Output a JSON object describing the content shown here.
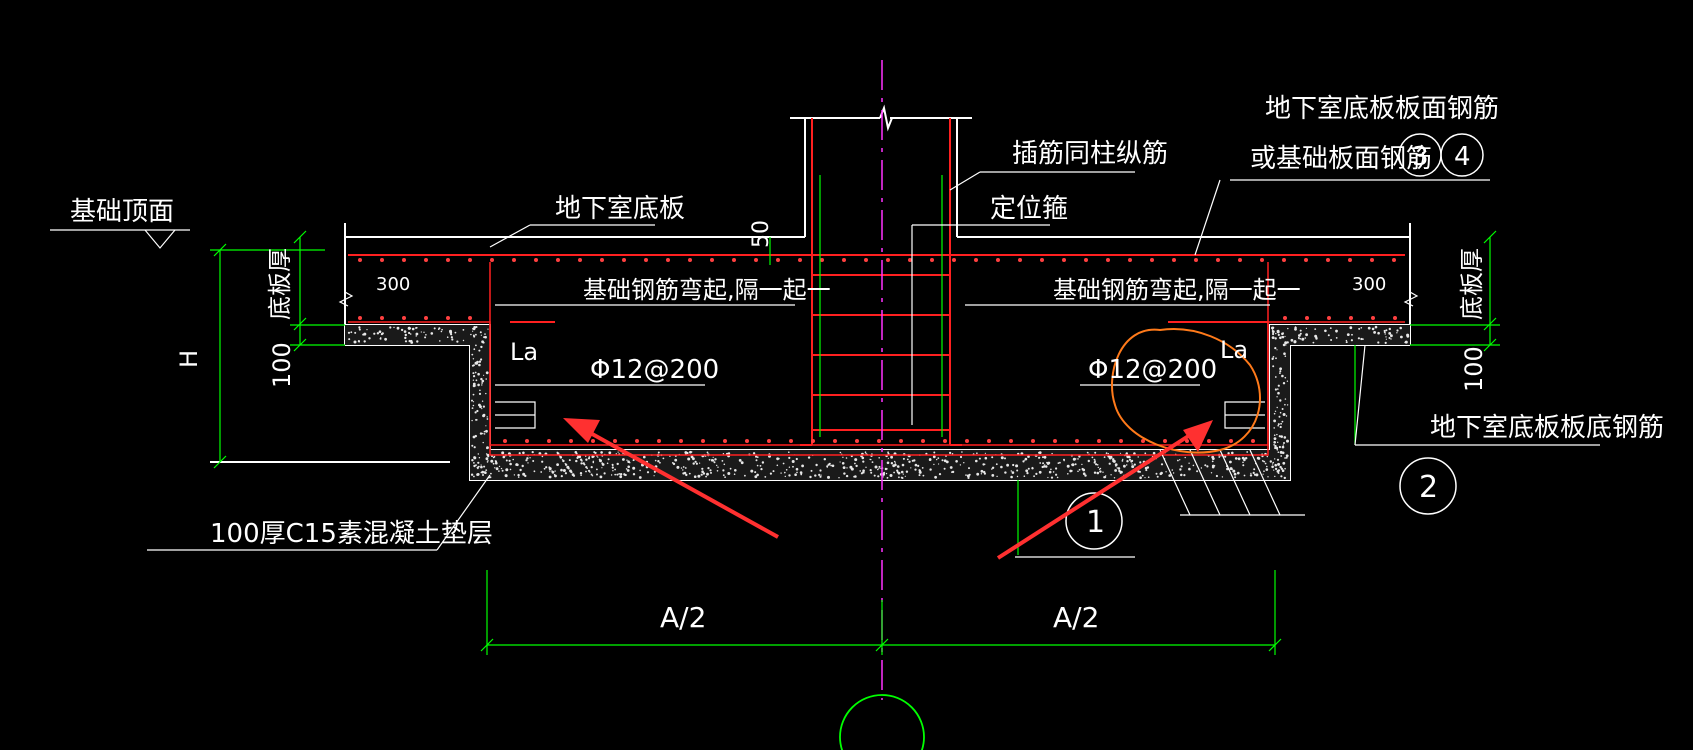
{
  "colors": {
    "background": "#000000",
    "text": "#ffffff",
    "rebar": "#ff2020",
    "dimension": "#00ff00",
    "centerline": "#ff33ff",
    "annotation_arrow": "#ff3030",
    "annotation_circle": "#ff7a1a"
  },
  "labels": {
    "foundation_top": "基础顶面",
    "basement_slab": "地下室底板",
    "dowel": "插筋同柱纵筋",
    "positioning_stirrup": "定位箍",
    "top_rebar_line1": "地下室底板板面钢筋",
    "top_rebar_line2": "或基础板面钢筋",
    "bent_rebar_left": "基础钢筋弯起,隔一起一",
    "bent_rebar_right": "基础钢筋弯起,隔一起一",
    "la_left": "La",
    "la_right": "La",
    "rebar_spec_left": "Φ12@200",
    "rebar_spec_right": "Φ12@200",
    "bottom_rebar": "地下室底板板底钢筋",
    "cushion": "100厚C15素混凝土垫层",
    "thickness_left": "底板厚",
    "thickness_right": "底板厚",
    "dim_50": "50",
    "dim_300_left": "300",
    "dim_300_right": "300",
    "dim_100_left": "100",
    "dim_100_right": "100",
    "dim_h": "H",
    "dim_a2_left": "A/2",
    "dim_a2_right": "A/2",
    "circle_1": "1",
    "circle_2": "2",
    "circle_3": "3",
    "circle_4": "4"
  }
}
